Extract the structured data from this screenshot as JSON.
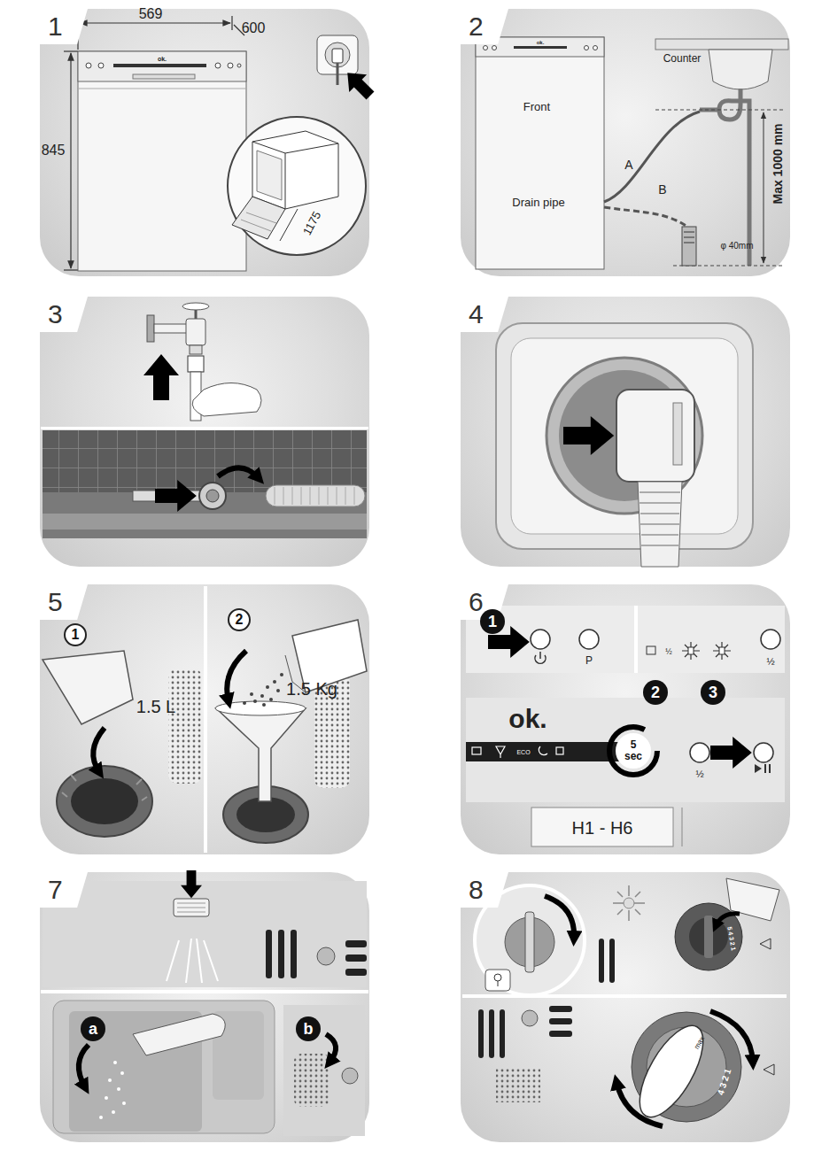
{
  "diagram": {
    "nodes": [
      {
        "text": [
          "1"
        ]
      },
      {
        "text": [
          "2"
        ]
      },
      {
        "text": [
          "3"
        ]
      },
      {
        "text": [
          "4"
        ]
      },
      {
        "text": [
          "5"
        ]
      },
      {
        "text": [
          "1"
        ],
        "in": 4
      },
      {
        "text": [
          "2"
        ],
        "in": 4
      },
      {
        "text": [
          "6"
        ]
      },
      {
        "text": [
          "1"
        ],
        "in": 7
      },
      {
        "text": [
          "2"
        ],
        "in": 7
      },
      {
        "text": [
          "5 sec"
        ],
        "in": 7
      },
      {
        "text": [
          "3"
        ],
        "in": 7
      },
      {
        "text": [
          "7"
        ]
      },
      {
        "text": [
          "a"
        ],
        "in": 12
      },
      {
        "text": [
          "b"
        ],
        "in": 12
      },
      {
        "text": [
          "8"
        ]
      }
    ],
    "labels": [
      "569",
      "600",
      "845",
      "ok.",
      "1175",
      "ok.",
      "Counter",
      "Front",
      "A",
      "B",
      "Drain pipe",
      "Max 1000 mm",
      "φ 40mm",
      "1.5 L",
      "1.5 Kg",
      "P",
      "½",
      "½",
      "ok.",
      "ECO",
      "½",
      "H1 - H6",
      "5 4 3 2 1",
      "max",
      "4 3 2 1"
    ]
  }
}
